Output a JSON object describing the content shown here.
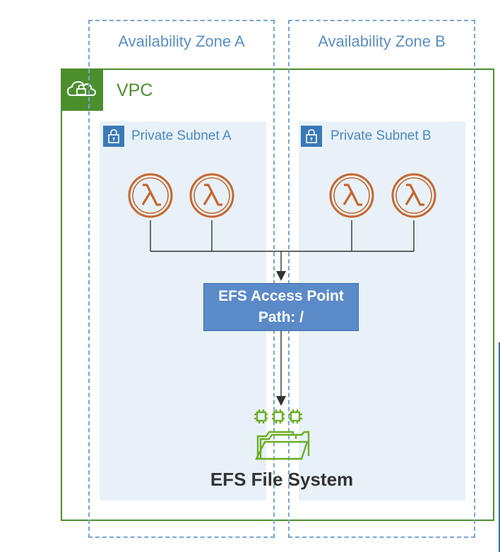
{
  "availability_zones": [
    {
      "label": "Availability Zone A"
    },
    {
      "label": "Availability Zone B"
    }
  ],
  "vpc": {
    "label": "VPC",
    "color": "#4b8f2d"
  },
  "subnets": [
    {
      "label": "Private Subnet A"
    },
    {
      "label": "Private Subnet B"
    }
  ],
  "lambda_functions": [
    {
      "icon": "lambda-icon"
    },
    {
      "icon": "lambda-icon"
    },
    {
      "icon": "lambda-icon"
    },
    {
      "icon": "lambda-icon"
    }
  ],
  "access_point": {
    "line1": "EFS Access Point",
    "line2": "Path: /",
    "color": "#5b8ac9"
  },
  "file_system": {
    "label": "EFS File System",
    "icon": "efs-file-system-icon",
    "color": "#6aae23"
  },
  "colors": {
    "lambda": "#c7662e",
    "subnet_bg": "#e8f1f8",
    "az_border": "#7aa6d2"
  }
}
